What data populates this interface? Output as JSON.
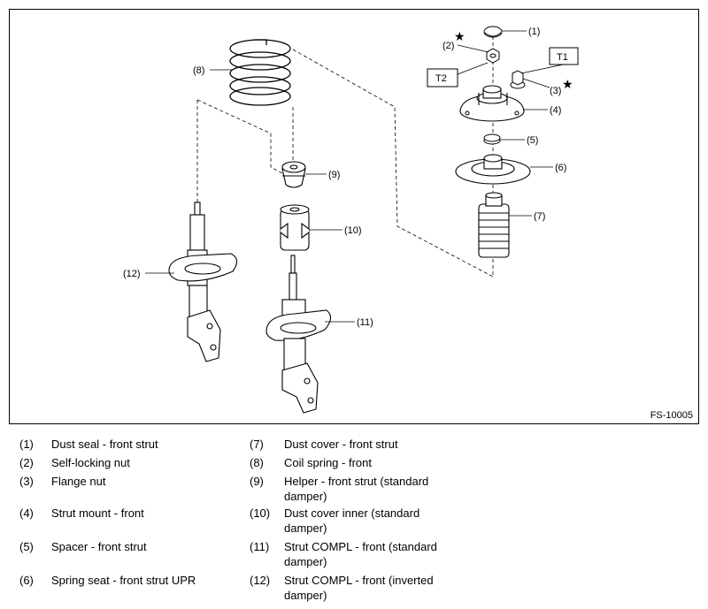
{
  "figure_code": "FS-10005",
  "callouts": {
    "c1": "(1)",
    "c2": "(2)",
    "c3": "(3)",
    "c4": "(4)",
    "c5": "(5)",
    "c6": "(6)",
    "c7": "(7)",
    "c8": "(8)",
    "c9": "(9)",
    "c10": "(10)",
    "c11": "(11)",
    "c12": "(12)"
  },
  "torque_labels": {
    "t1": "T1",
    "t2": "T2"
  },
  "star_mark": "★",
  "legend": [
    {
      "num": "(1)",
      "text": "Dust seal - front strut"
    },
    {
      "num": "(2)",
      "text": "Self-locking nut"
    },
    {
      "num": "(3)",
      "text": "Flange nut"
    },
    {
      "num": "(4)",
      "text": "Strut mount - front"
    },
    {
      "num": "(5)",
      "text": "Spacer - front strut"
    },
    {
      "num": "(6)",
      "text": "Spring seat - front strut UPR"
    },
    {
      "num": "(7)",
      "text": "Dust cover - front strut"
    },
    {
      "num": "(8)",
      "text": "Coil spring - front"
    },
    {
      "num": "(9)",
      "text": "Helper - front strut (standard damper)"
    },
    {
      "num": "(10)",
      "text": "Dust cover inner (standard damper)"
    },
    {
      "num": "(11)",
      "text": "Strut COMPL - front (standard damper)"
    },
    {
      "num": "(12)",
      "text": "Strut COMPL - front (inverted damper)"
    }
  ]
}
